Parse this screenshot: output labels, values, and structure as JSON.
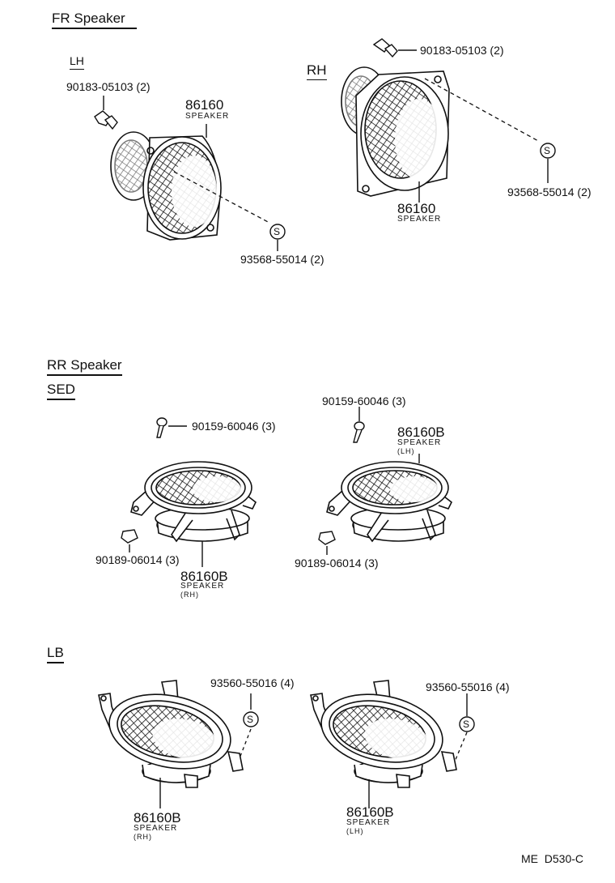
{
  "fr": {
    "heading": "FR Speaker",
    "lh": {
      "side": "LH",
      "clip_pn": "90183-05103 (2)",
      "spk_pn": "86160",
      "spk_name": "SPEAKER",
      "screw_pn": "93568-55014 (2)"
    },
    "rh": {
      "side": "RH",
      "clip_pn": "90183-05103 (2)",
      "spk_pn": "86160",
      "spk_name": "SPEAKER",
      "screw_pn": "93568-55014 (2)"
    }
  },
  "rr": {
    "heading": "RR Speaker",
    "sed": {
      "heading": "SED",
      "left": {
        "screw_pn": "90159-60046 (3)",
        "clip_pn": "90189-06014 (3)",
        "spk_pn": "86160B",
        "spk_name": "SPEAKER",
        "spk_side": "(RH)"
      },
      "right": {
        "screw_pn": "90159-60046 (3)",
        "clip_pn": "90189-06014 (3)",
        "spk_pn": "86160B",
        "spk_name": "SPEAKER",
        "spk_side": "(LH)"
      }
    },
    "lb": {
      "heading": "LB",
      "left": {
        "screw_pn": "93560-55016 (4)",
        "spk_pn": "86160B",
        "spk_name": "SPEAKER",
        "spk_side": "(RH)"
      },
      "right": {
        "screw_pn": "93560-55016 (4)",
        "spk_pn": "86160B",
        "spk_name": "SPEAKER",
        "spk_side": "(LH)"
      }
    }
  },
  "footer": "ME  D530-C",
  "symbols": {
    "screw_marker": "S"
  }
}
